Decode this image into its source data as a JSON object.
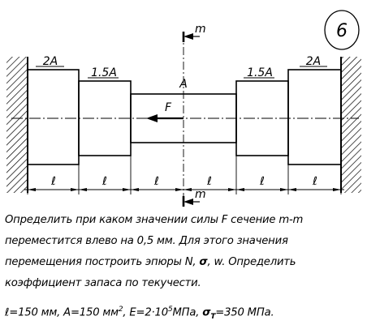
{
  "problem_number": "6",
  "labels": {
    "seg1_area": "2A",
    "seg2_area": "1.5A",
    "seg3_area": "A",
    "seg4_area": "1.5A",
    "seg5_area": "2A",
    "force": "F",
    "section_top": "m",
    "section_bottom": "m",
    "length_1": "ℓ",
    "length_2": "ℓ",
    "length_3": "ℓ",
    "length_4": "ℓ",
    "length_5": "ℓ",
    "length_6": "ℓ"
  },
  "text": {
    "line1": "Определить при каком значении силы F сечение m-m",
    "line2": "переместится влево на 0,5 мм. Для этого значения",
    "line3_a": "перемещения  построить эпюры N, ",
    "line3_sigma": "σ",
    "line3_b": ", w. Определить",
    "line4": "коэффициент запаса по текучести.",
    "line5_a": "ℓ=150 мм, A=150 мм",
    "line5_sup2": "2",
    "line5_b": ", E=2·10",
    "line5_sup5": "5",
    "line5_c": "МПа, ",
    "line5_sigma": "σ",
    "line5_sub": "T",
    "line5_d": "=350 МПа."
  }
}
